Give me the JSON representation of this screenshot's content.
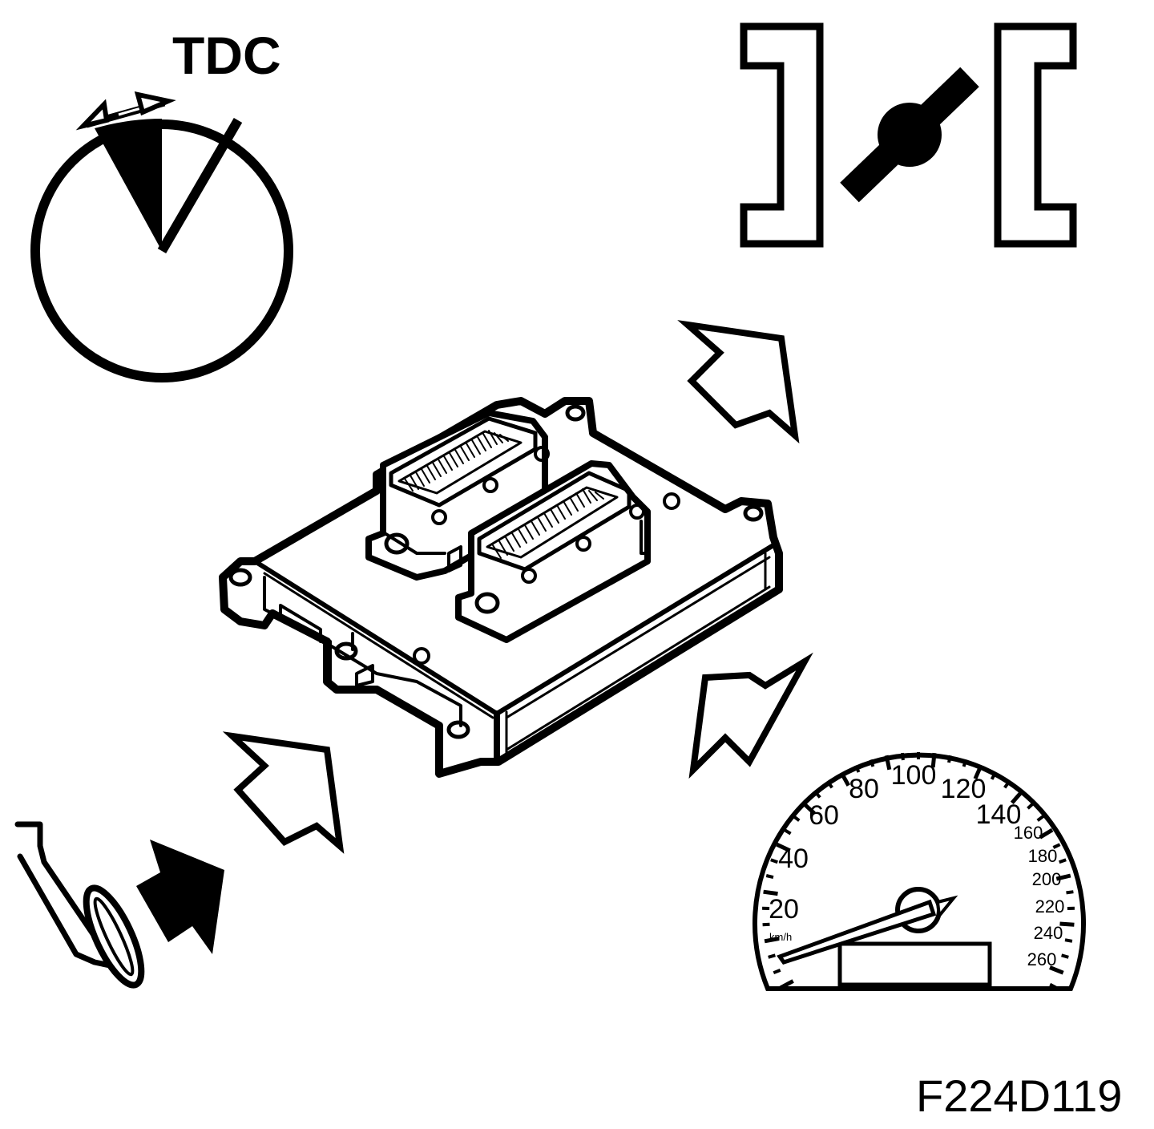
{
  "labels": {
    "tdc": "TDC",
    "figure_code": "F224D119",
    "speed_unit": "km/h"
  },
  "speedometer": {
    "scale": [
      "20",
      "40",
      "60",
      "80",
      "100",
      "120",
      "140",
      "160",
      "180",
      "200",
      "220",
      "240",
      "260"
    ],
    "needle_value": 0
  },
  "colors": {
    "ink": "#000000",
    "paper": "#ffffff"
  },
  "icons": {
    "crank_sensor": "crank-angle-icon",
    "throttle": "throttle-valve-icon",
    "pedal": "accelerator-pedal-icon",
    "ecu": "engine-control-module",
    "speed": "speedometer-icon",
    "arrow": "input-arrow-icon"
  }
}
